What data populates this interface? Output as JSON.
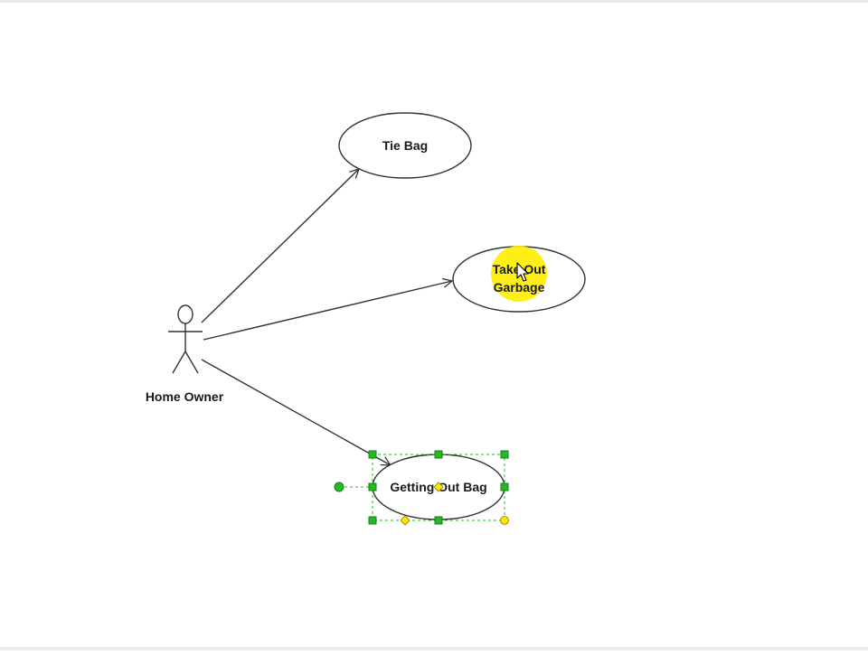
{
  "diagram": {
    "type": "use-case",
    "actor": {
      "name": "Home Owner"
    },
    "use_cases": [
      {
        "id": "tie-bag",
        "lines": [
          "Tie Bag"
        ]
      },
      {
        "id": "take-out-garbage",
        "lines": [
          "Take Out",
          "Garbage"
        ]
      },
      {
        "id": "getting-out-bag",
        "lines": [
          "Getting Out Bag"
        ]
      }
    ],
    "associations": [
      {
        "from": "Home Owner",
        "to": "Tie Bag"
      },
      {
        "from": "Home Owner",
        "to": "Take Out Garbage"
      },
      {
        "from": "Home Owner",
        "to": "Getting Out Bag"
      }
    ],
    "selected_use_case": "Getting Out Bag",
    "highlighted_use_case": "Take Out Garbage",
    "colors": {
      "stroke": "#333333",
      "highlight": "#ffee00",
      "selection_handle": "#22bb22",
      "selection_border": "#1f7a1f",
      "control_point": "#ffe800"
    }
  }
}
